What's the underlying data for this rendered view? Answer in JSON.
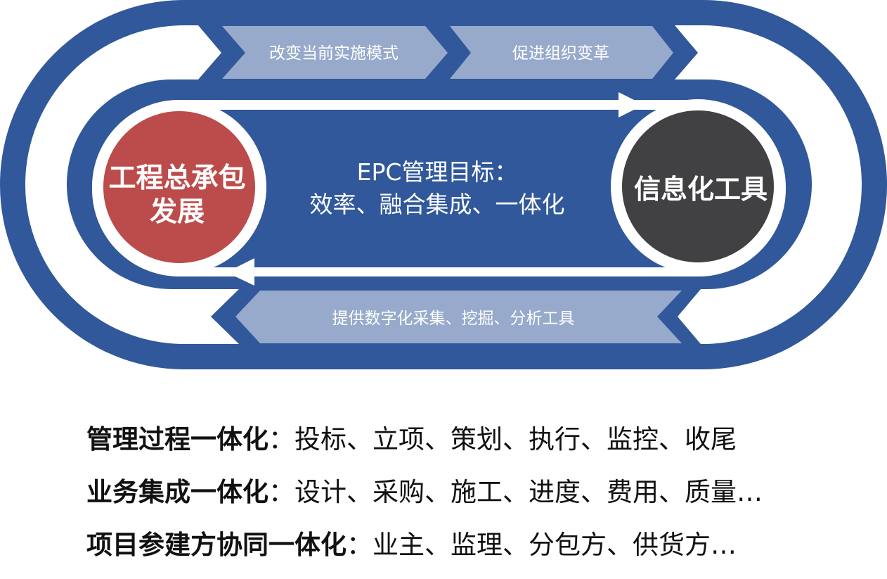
{
  "diagram": {
    "banner_top_1": "改变当前实施模式",
    "banner_top_2": "促进组织变革",
    "banner_bottom": "提供数字化采集、挖掘、分析工具",
    "left_circle_line1": "工程总承包",
    "left_circle_line2": "发展",
    "right_circle": "信息化工具",
    "center_line1": "EPC管理目标：",
    "center_line2": "效率、融合集成、一体化",
    "colors": {
      "blue": "#30589a",
      "light_blue": "#97aacb",
      "red": "#bc4c4b",
      "dark": "#414143"
    }
  },
  "list": [
    {
      "title": "管理过程一体化",
      "text": "：投标、立项、策划、执行、监控、收尾"
    },
    {
      "title": "业务集成一体化",
      "text": "：设计、采购、施工、进度、费用、质量…"
    },
    {
      "title": "项目参建方协同一体化",
      "text": "：业主、监理、分包方、供货方…"
    }
  ]
}
